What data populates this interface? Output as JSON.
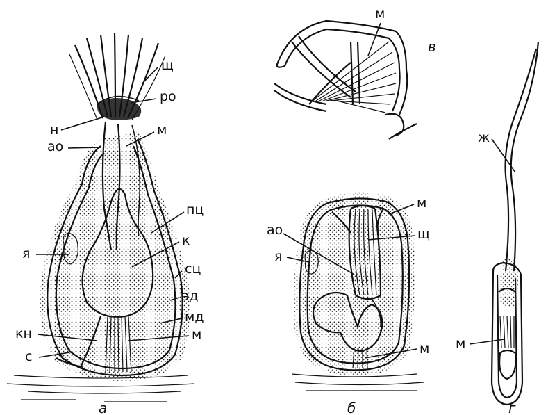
{
  "labels": {
    "shch_a": "щ",
    "ro": "ро",
    "n": "н",
    "m_a1": "м",
    "ao_a": "ао",
    "pts": "пц",
    "ya_a": "я",
    "k": "к",
    "sts": "сц",
    "ed": "эд",
    "md": "мд",
    "kn": "кн",
    "m_a2": "м",
    "s": "с",
    "m_v": "м",
    "m_b": "м",
    "ao_b": "ао",
    "shch_b": "щ",
    "ya_b": "я",
    "m_b2": "м",
    "zh": "ж",
    "m_g": "м"
  },
  "captions": {
    "a": "а",
    "b": "б",
    "v": "в",
    "g": "г"
  }
}
